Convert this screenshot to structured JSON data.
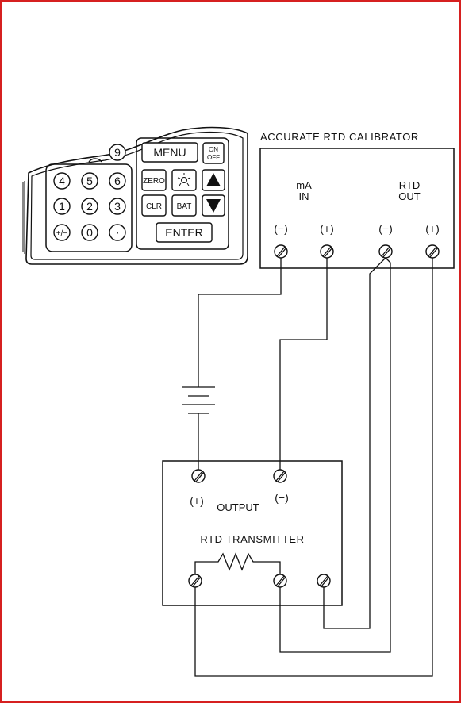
{
  "colors": {
    "border": "#d62020",
    "ink": "#111111",
    "background": "#ffffff"
  },
  "calibrator": {
    "title": "ACCURATE RTD CALIBRATOR",
    "ma_label_line1": "mA",
    "ma_label_line2": "IN",
    "rtd_label_line1": "RTD",
    "rtd_label_line2": "OUT",
    "terminal_labels": [
      "(−)",
      "(+)",
      "(−)",
      "(+)"
    ]
  },
  "keypad": {
    "number_keys": [
      "9",
      "4",
      "5",
      "6",
      "1",
      "2",
      "3",
      "+/−",
      "0",
      "·"
    ],
    "menu": "MENU",
    "on": "ON",
    "off": "OFF",
    "zero": "ZERO",
    "clr": "CLR",
    "bat": "BAT",
    "enter": "ENTER",
    "up_icon": "up-arrow-icon",
    "down_icon": "down-arrow-icon",
    "light_icon": "backlight-icon"
  },
  "transmitter": {
    "output_plus": "(+)",
    "output_label": "OUTPUT",
    "output_minus": "(−)",
    "title": "RTD TRANSMITTER"
  }
}
